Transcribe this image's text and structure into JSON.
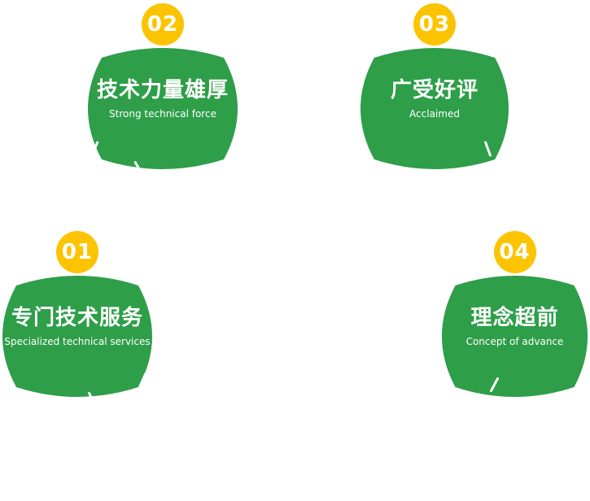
{
  "colors": {
    "card_green": "#2e9e49",
    "badge_yellow": "#fcc400",
    "text_white": "#ffffff"
  },
  "cards": [
    {
      "number": "01",
      "title": "专门技术服务",
      "subtitle": "Specialized technical services"
    },
    {
      "number": "02",
      "title": "技术力量雄厚",
      "subtitle": "Strong technical force"
    },
    {
      "number": "03",
      "title": "广受好评",
      "subtitle": "Acclaimed"
    },
    {
      "number": "04",
      "title": "理念超前",
      "subtitle": "Concept of advance"
    }
  ]
}
